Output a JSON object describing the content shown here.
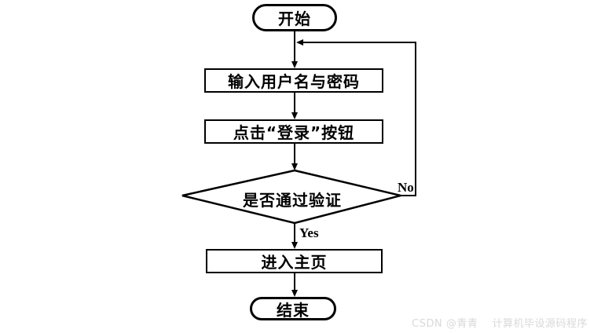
{
  "flowchart": {
    "nodes": {
      "start": "开始",
      "input_credentials": "输入用户名与密码",
      "click_login": "点击“登录”按钮",
      "verify_decision": "是否通过验证",
      "enter_home": "进入主页",
      "end": "结束"
    },
    "edge_labels": {
      "yes": "Yes",
      "no": "No"
    },
    "colors": {
      "line": "#000000",
      "node_fill": "#ffffff",
      "text": "#000000"
    }
  },
  "watermark": "CSDN @青青　 计算机毕设源码程序"
}
